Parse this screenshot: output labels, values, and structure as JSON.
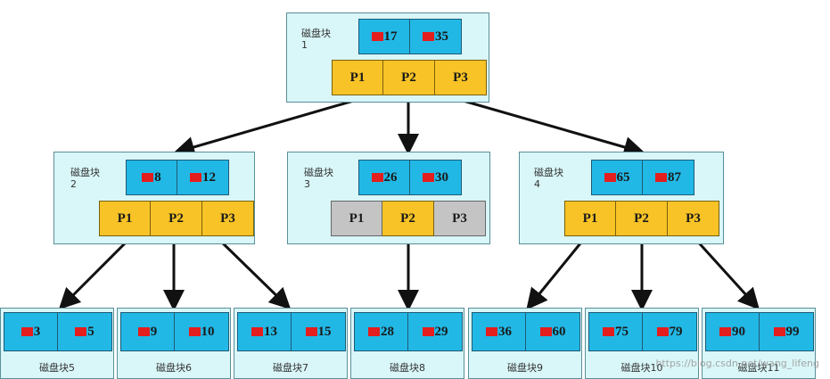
{
  "root": {
    "label": "磁盘块\n1",
    "keys": [
      "17",
      "35"
    ],
    "pointers": [
      "P1",
      "P2",
      "P3"
    ]
  },
  "internal": [
    {
      "label": "磁盘块\n2",
      "keys": [
        "8",
        "12"
      ],
      "pointers": [
        "P1",
        "P2",
        "P3"
      ]
    },
    {
      "label": "磁盘块\n3",
      "keys": [
        "26",
        "30"
      ],
      "pointers": [
        "P1",
        "P2",
        "P3"
      ]
    },
    {
      "label": "磁盘块\n4",
      "keys": [
        "65",
        "87"
      ],
      "pointers": [
        "P1",
        "P2",
        "P3"
      ]
    }
  ],
  "leaves": [
    {
      "label": "磁盘块5",
      "keys": [
        "3",
        "5"
      ]
    },
    {
      "label": "磁盘块6",
      "keys": [
        "9",
        "10"
      ]
    },
    {
      "label": "磁盘块7",
      "keys": [
        "13",
        "15"
      ]
    },
    {
      "label": "磁盘块8",
      "keys": [
        "28",
        "29"
      ]
    },
    {
      "label": "磁盘块9",
      "keys": [
        "36",
        "60"
      ]
    },
    {
      "label": "磁盘块10",
      "keys": [
        "75",
        "79"
      ]
    },
    {
      "label": "磁盘块11",
      "keys": [
        "90",
        "99"
      ]
    }
  ],
  "colors": {
    "key_cell": "#22b8e6",
    "pointer_cell": "#f8c326",
    "pointer_unused": "#c4c4c4",
    "block_bg": "#d9f6f8",
    "record_marker": "#e41d1d"
  },
  "watermark": "https://blog.csdn.net/wang_lifeng"
}
